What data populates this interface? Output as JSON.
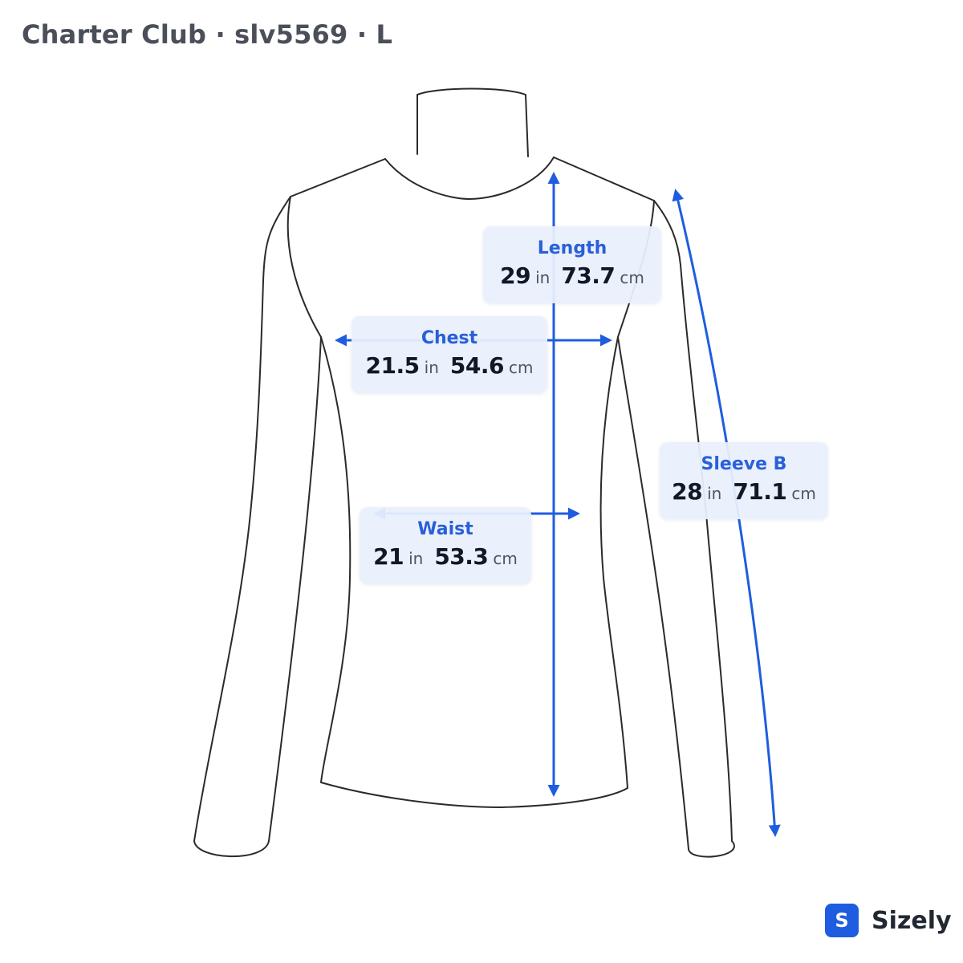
{
  "header": {
    "title": "Charter Club · slv5569 · L"
  },
  "colors": {
    "accent": "#1f5de0",
    "outline": "#2a2a2a",
    "card_bg": "#e9f0fc"
  },
  "measurements": [
    {
      "key": "length",
      "label": "Length",
      "in": "29",
      "in_unit": "in",
      "cm": "73.7",
      "cm_unit": "cm"
    },
    {
      "key": "chest",
      "label": "Chest",
      "in": "21.5",
      "in_unit": "in",
      "cm": "54.6",
      "cm_unit": "cm"
    },
    {
      "key": "waist",
      "label": "Waist",
      "in": "21",
      "in_unit": "in",
      "cm": "53.3",
      "cm_unit": "cm"
    },
    {
      "key": "sleeve",
      "label": "Sleeve B",
      "in": "28",
      "in_unit": "in",
      "cm": "71.1",
      "cm_unit": "cm"
    }
  ],
  "brand": {
    "logo_letter": "S",
    "name": "Sizely"
  }
}
